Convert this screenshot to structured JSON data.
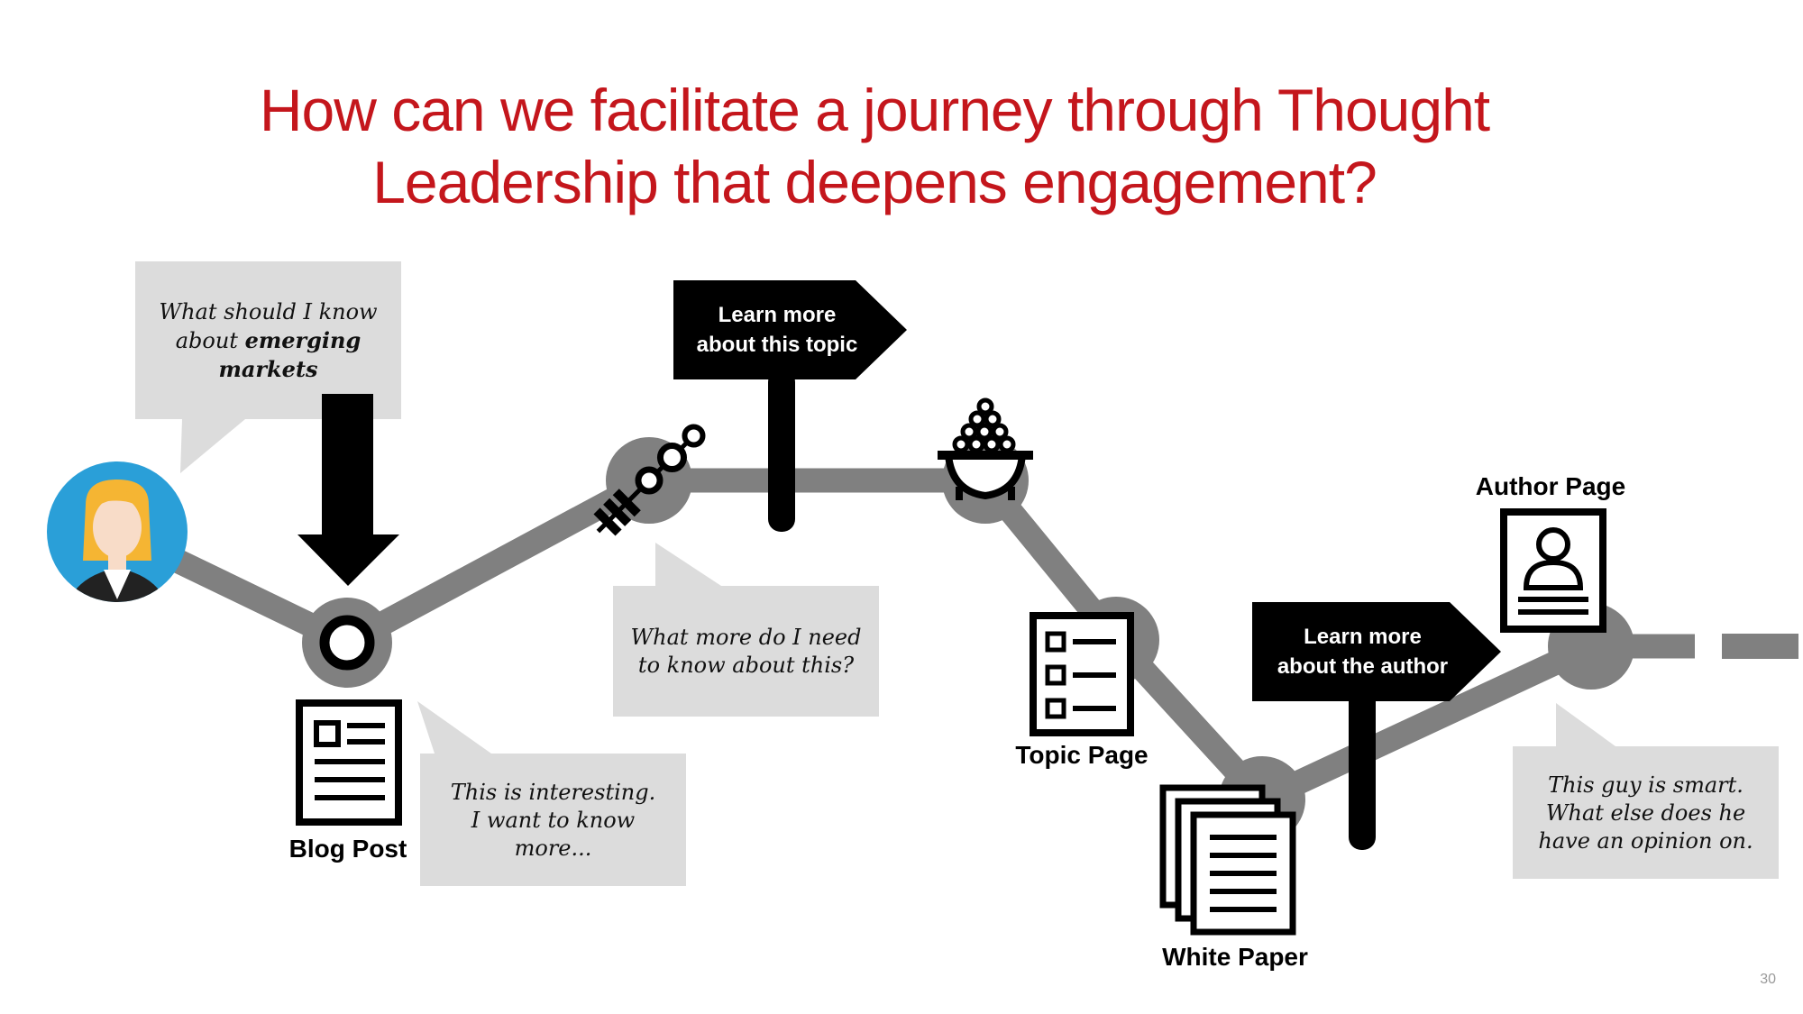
{
  "title": {
    "line1": "How can we facilitate a journey through Thought",
    "line2": "Leadership that deepens engagement?"
  },
  "bubbles": {
    "emerging": {
      "prefix_l1": "What should I know",
      "prefix_l2": "about ",
      "bold_l2": "emerging",
      "bold_l3": "markets"
    },
    "what_more": {
      "line1": "What more do I need",
      "line2": "to know about this?"
    },
    "interesting": {
      "line1": "This is interesting.",
      "line2": "I want to know",
      "line3": "more..."
    },
    "smart": {
      "line1": "This guy is smart.",
      "line2": "What else does he",
      "line3": "have an opinion on."
    }
  },
  "signs": {
    "topic": {
      "line1": "Learn more",
      "line2": "about this topic"
    },
    "author": {
      "line1": "Learn more",
      "line2": "about the author"
    }
  },
  "labels": {
    "blog_post": "Blog Post",
    "topic_page": "Topic Page",
    "white_paper": "White Paper",
    "author_page": "Author Page"
  },
  "page_number": "30",
  "colors": {
    "title": "#c4161c",
    "path": "#808080",
    "bubble": "#dcdcdc",
    "sign": "#000000",
    "avatar": "#2a9fd8"
  }
}
